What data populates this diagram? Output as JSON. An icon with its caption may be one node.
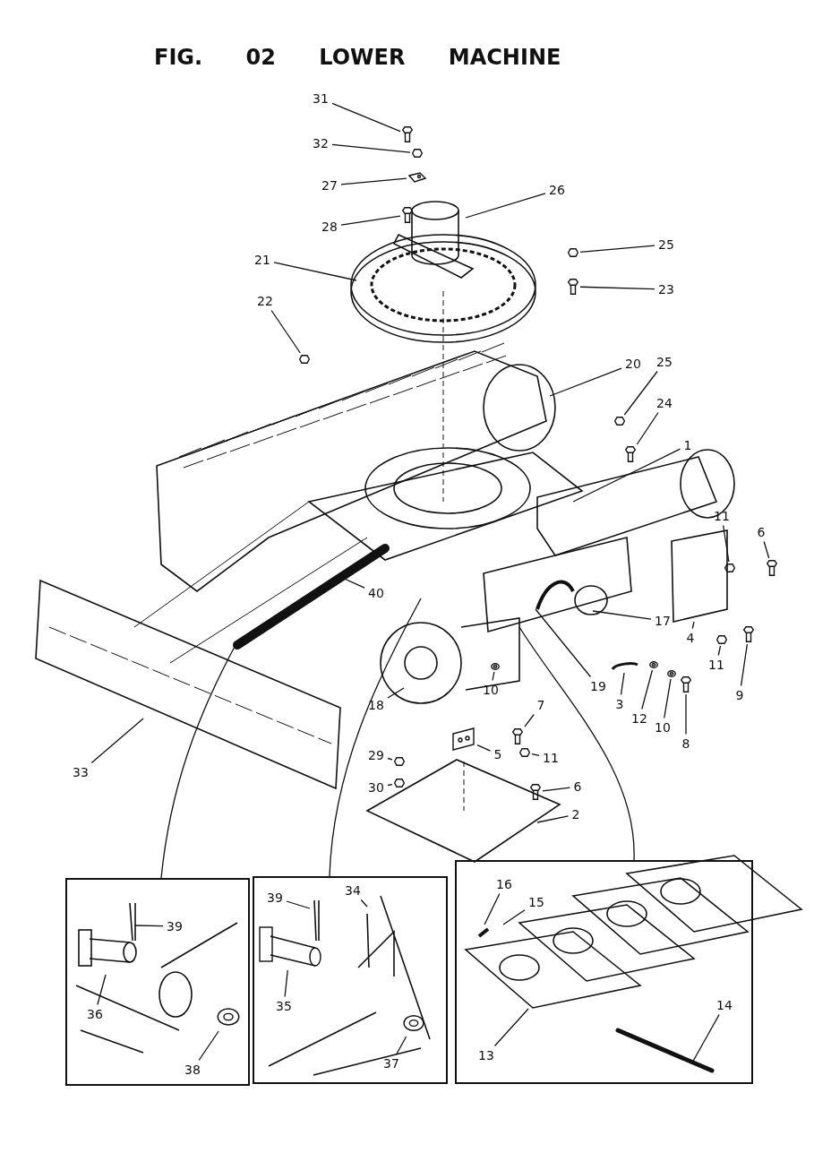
{
  "diagram": {
    "title": "FIG. 02 LOWER MACHINE",
    "nodes": [
      {
        "text": [
          "31"
        ]
      },
      {
        "text": [
          "32"
        ]
      },
      {
        "text": [
          "27"
        ]
      },
      {
        "text": [
          "28"
        ]
      },
      {
        "text": [
          "26"
        ]
      },
      {
        "text": [
          "25"
        ]
      },
      {
        "text": [
          "21"
        ]
      },
      {
        "text": [
          "23"
        ]
      },
      {
        "text": [
          "22"
        ]
      },
      {
        "text": [
          "20"
        ]
      },
      {
        "text": [
          "25"
        ]
      },
      {
        "text": [
          "24"
        ]
      },
      {
        "text": [
          "1"
        ]
      },
      {
        "text": [
          "11"
        ]
      },
      {
        "text": [
          "6"
        ]
      },
      {
        "text": [
          "40"
        ]
      },
      {
        "text": [
          "17"
        ]
      },
      {
        "text": [
          "4"
        ]
      },
      {
        "text": [
          "11"
        ]
      },
      {
        "text": [
          "9"
        ]
      },
      {
        "text": [
          "19"
        ]
      },
      {
        "text": [
          "3"
        ]
      },
      {
        "text": [
          "12"
        ]
      },
      {
        "text": [
          "10"
        ]
      },
      {
        "text": [
          "8"
        ]
      },
      {
        "text": [
          "18"
        ]
      },
      {
        "text": [
          "10"
        ]
      },
      {
        "text": [
          "7"
        ]
      },
      {
        "text": [
          "29"
        ]
      },
      {
        "text": [
          "5"
        ]
      },
      {
        "text": [
          "11"
        ]
      },
      {
        "text": [
          "33"
        ]
      },
      {
        "text": [
          "30"
        ]
      },
      {
        "text": [
          "6"
        ]
      },
      {
        "text": [
          "2"
        ]
      },
      {
        "text": [],
        "shape": "box"
      },
      {
        "text": [
          "39"
        ],
        "in": 35
      },
      {
        "text": [
          "36"
        ],
        "in": 35
      },
      {
        "text": [
          "38"
        ],
        "in": 35
      },
      {
        "text": [],
        "shape": "box"
      },
      {
        "text": [
          "39"
        ],
        "in": 39
      },
      {
        "text": [
          "34"
        ],
        "in": 39
      },
      {
        "text": [
          "35"
        ],
        "in": 39
      },
      {
        "text": [
          "37"
        ],
        "in": 39
      },
      {
        "text": [],
        "shape": "box"
      },
      {
        "text": [
          "16"
        ],
        "in": 44
      },
      {
        "text": [
          "15"
        ],
        "in": 44
      },
      {
        "text": [
          "13"
        ],
        "in": 44
      },
      {
        "text": [
          "14"
        ],
        "in": 44
      },
      {
        "text": [],
        "shape": "picture"
      },
      {
        "text": [],
        "shape": "picture"
      },
      {
        "text": [],
        "shape": "picture"
      },
      {
        "text": [],
        "shape": "picture"
      },
      {
        "text": [],
        "shape": "picture"
      },
      {
        "text": [],
        "shape": "picture"
      },
      {
        "text": [],
        "shape": "picture"
      },
      {
        "text": [],
        "shape": "picture"
      },
      {
        "text": [],
        "shape": "picture"
      },
      {
        "text": [],
        "shape": "picture"
      },
      {
        "text": [],
        "shape": "picture"
      },
      {
        "text": [],
        "shape": "picture"
      },
      {
        "text": [],
        "shape": "picture"
      },
      {
        "text": [],
        "shape": "picture"
      },
      {
        "text": [],
        "shape": "picture"
      },
      {
        "text": [],
        "shape": "picture"
      },
      {
        "text": [],
        "shape": "picture"
      },
      {
        "text": [],
        "shape": "picture"
      },
      {
        "text": [],
        "shape": "picture"
      },
      {
        "text": [],
        "shape": "picture"
      },
      {
        "text": [],
        "shape": "picture"
      },
      {
        "text": [],
        "shape": "picture"
      },
      {
        "text": [],
        "shape": "picture"
      },
      {
        "text": [],
        "shape": "picture"
      },
      {
        "text": [],
        "shape": "picture",
        "in": 35
      },
      {
        "text": [],
        "shape": "picture",
        "in": 39
      },
      {
        "text": [],
        "shape": "picture",
        "in": 39
      }
    ],
    "edges": [
      {
        "from": 0,
        "to": 49,
        "arrow": "none"
      },
      {
        "from": 1,
        "to": 50,
        "arrow": "none"
      },
      {
        "from": 2,
        "to": 51,
        "arrow": "none"
      },
      {
        "from": 3,
        "to": 52,
        "arrow": "none"
      },
      {
        "from": 4,
        "to": null,
        "arrow": "none"
      },
      {
        "from": 5,
        "to": 53,
        "arrow": "none"
      },
      {
        "from": 6,
        "to": null,
        "arrow": "none"
      },
      {
        "from": 7,
        "to": 54,
        "arrow": "none"
      },
      {
        "from": 8,
        "to": 55,
        "arrow": "none"
      },
      {
        "from": 9,
        "to": null,
        "arrow": "none"
      },
      {
        "from": 10,
        "to": 56,
        "arrow": "none"
      },
      {
        "from": 11,
        "to": 57,
        "arrow": "none"
      },
      {
        "from": 12,
        "to": null,
        "arrow": "none"
      },
      {
        "from": 13,
        "to": 58,
        "arrow": "none"
      },
      {
        "from": 14,
        "to": 59,
        "arrow": "none"
      },
      {
        "from": 15,
        "to": null,
        "arrow": "none"
      },
      {
        "from": 16,
        "to": null,
        "arrow": "none"
      },
      {
        "from": 17,
        "to": null,
        "arrow": "none"
      },
      {
        "from": 18,
        "to": 60,
        "arrow": "none"
      },
      {
        "from": 19,
        "to": 61,
        "arrow": "none"
      },
      {
        "from": 20,
        "to": null,
        "arrow": "none"
      },
      {
        "from": 21,
        "to": 62,
        "arrow": "none"
      },
      {
        "from": 22,
        "to": 63,
        "arrow": "none"
      },
      {
        "from": 23,
        "to": 64,
        "arrow": "none"
      },
      {
        "from": 24,
        "to": 65,
        "arrow": "none"
      },
      {
        "from": 25,
        "to": null,
        "arrow": "none"
      },
      {
        "from": 26,
        "to": 66,
        "arrow": "none"
      },
      {
        "from": 27,
        "to": 67,
        "arrow": "none"
      },
      {
        "from": 28,
        "to": 68,
        "arrow": "none"
      },
      {
        "from": 29,
        "to": 69,
        "arrow": "none"
      },
      {
        "from": 30,
        "to": 70,
        "arrow": "none"
      },
      {
        "from": 31,
        "to": null,
        "arrow": "none"
      },
      {
        "from": 32,
        "to": 71,
        "arrow": "none"
      },
      {
        "from": 33,
        "to": 72,
        "arrow": "none"
      },
      {
        "from": 34,
        "to": null,
        "arrow": "none"
      },
      {
        "from": null,
        "to": 35,
        "arrow": "none"
      },
      {
        "from": 36,
        "to": null,
        "arrow": "none"
      },
      {
        "from": 37,
        "to": null,
        "arrow": "none"
      },
      {
        "from": 38,
        "to": 73,
        "arrow": "none"
      },
      {
        "from": null,
        "to": 39,
        "arrow": "none"
      },
      {
        "from": 40,
        "to": null,
        "arrow": "none"
      },
      {
        "from": 41,
        "to": null,
        "arrow": "none"
      },
      {
        "from": 42,
        "to": 74,
        "arrow": "none"
      },
      {
        "from": 43,
        "to": 75,
        "arrow": "none"
      },
      {
        "from": null,
        "to": 44,
        "arrow": "none"
      },
      {
        "from": 45,
        "to": null,
        "arrow": "none"
      },
      {
        "from": 46,
        "to": null,
        "arrow": "none"
      },
      {
        "from": 47,
        "to": null,
        "arrow": "none"
      },
      {
        "from": 48,
        "to": null,
        "arrow": "none"
      }
    ]
  }
}
